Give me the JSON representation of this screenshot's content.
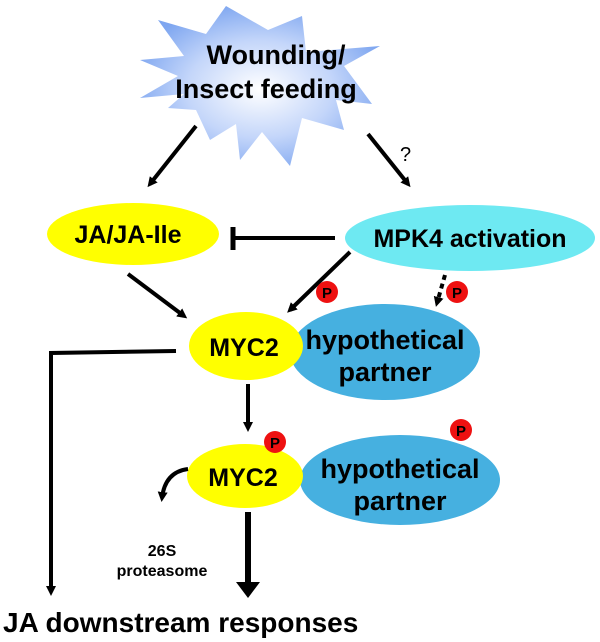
{
  "trigger": {
    "line1": "Wounding/",
    "line2": "Insect feeding",
    "shape": "starburst",
    "color": "#8fb2f4"
  },
  "nodes": {
    "ja": {
      "label": "JA/JA-Ile",
      "color": "#ffff00"
    },
    "mpk4": {
      "label": "MPK4 activation",
      "color": "#6ee9f2"
    },
    "myc2_top": {
      "label": "MYC2",
      "color": "#ffff00"
    },
    "partner_top": {
      "line1": "hypothetical",
      "line2": "partner",
      "color": "#46b0e0"
    },
    "myc2_bottom": {
      "label": "MYC2",
      "color": "#ffff00"
    },
    "partner_bottom": {
      "line1": "hypothetical",
      "line2": "partner",
      "color": "#46b0e0"
    }
  },
  "annotations": {
    "question_mark": "?",
    "phospho_label": "P",
    "phospho_color": "#ee1111",
    "proteasome_line1": "26S",
    "proteasome_line2": "proteasome",
    "output_label": "JA downstream responses"
  },
  "edges": [
    {
      "from": "trigger",
      "to": "ja",
      "type": "activation"
    },
    {
      "from": "trigger",
      "to": "mpk4",
      "type": "activation",
      "note": "?"
    },
    {
      "from": "mpk4",
      "to": "ja",
      "type": "inhibition"
    },
    {
      "from": "ja",
      "to": "myc2_top",
      "type": "activation"
    },
    {
      "from": "mpk4",
      "to": "myc2_top",
      "type": "phosphorylation"
    },
    {
      "from": "mpk4",
      "to": "partner_top",
      "type": "phosphorylation",
      "style": "dashed"
    },
    {
      "from": "myc2_top",
      "to": "myc2_bottom",
      "type": "activation"
    },
    {
      "from": "myc2_bottom",
      "to": "proteasome",
      "type": "degradation"
    },
    {
      "from": "myc2_top",
      "to": "output",
      "type": "activation"
    },
    {
      "from": "myc2_bottom",
      "to": "output",
      "type": "activation"
    }
  ]
}
